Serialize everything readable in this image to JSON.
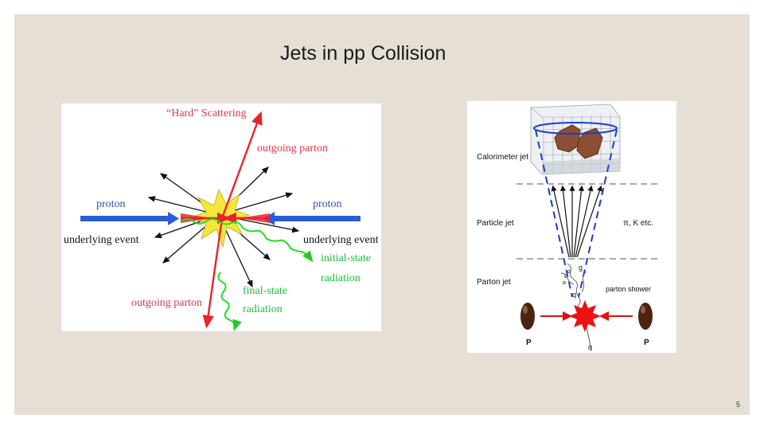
{
  "slide": {
    "title": "Jets in pp Collision",
    "page_number": "5"
  },
  "left_diagram": {
    "hard_scattering": "“Hard” Scattering",
    "outgoing_parton_top": "outgoing parton",
    "proton_left": "proton",
    "proton_right": "proton",
    "underlying_event_left": "underlying event",
    "underlying_event_right": "underlying event",
    "initial_state_1": "initial-state",
    "initial_state_2": "radiation",
    "final_state_1": "final-state",
    "final_state_2": "radiation",
    "outgoing_parton_bottom": "outgoing parton",
    "colors": {
      "red": "#e8232b",
      "blue": "#2a5cd6",
      "green": "#22dd22",
      "star": "#f5e63a",
      "label_red": "#e8324a",
      "label_blue": "#2f4fb3",
      "label_green": "#1fbf3a"
    }
  },
  "right_diagram": {
    "calorimeter_jet": "Calorimeter jet",
    "particle_jet": "Particle jet",
    "parton_jet": "Parton jet",
    "pi_k": "π, K etc.",
    "parton_shower": "parton shower",
    "g_label": "g",
    "q_label_upper": "q",
    "q_label_lower": "q",
    "p_left": "P",
    "p_right": "P"
  }
}
